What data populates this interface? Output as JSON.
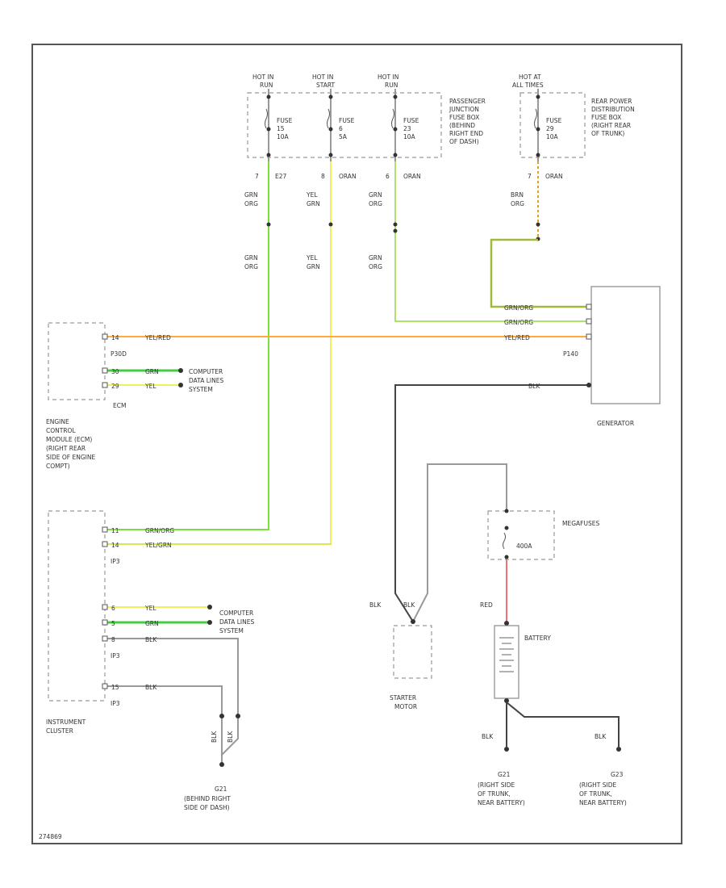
{
  "fuses": {
    "f1": {
      "hot": "HOT IN",
      "hot2": "RUN",
      "fuse_lines": [
        "FUSE",
        "15",
        "10A"
      ],
      "pin": "7",
      "pin_code": "E27"
    },
    "f2": {
      "hot": "HOT IN",
      "hot2": "START",
      "fuse_lines": [
        "FUSE",
        "6",
        "5A"
      ],
      "pin": "8",
      "pin_code": "ORAN"
    },
    "f3": {
      "hot": "HOT IN",
      "hot2": "RUN",
      "fuse_lines": [
        "FUSE",
        "23",
        "10A"
      ],
      "pin": "6",
      "pin_code": "ORAN"
    },
    "f4": {
      "hot": "HOT AT",
      "hot2": "ALL TIMES",
      "fuse_lines": [
        "FUSE",
        "29",
        "10A"
      ],
      "pin": "7",
      "pin_code": "ORAN"
    }
  },
  "junction_box_label": [
    "PASSENGER",
    "JUNCTION",
    "FUSE BOX",
    "(BEHIND",
    "RIGHT END",
    "OF DASH)"
  ],
  "rear_box_label": [
    "REAR POWER",
    "DISTRIBUTION",
    "FUSE BOX",
    "(RIGHT REAR",
    "OF TRUNK)"
  ],
  "wires_top": {
    "w1": [
      "GRN",
      "ORG"
    ],
    "w2": [
      "YEL",
      "GRN"
    ],
    "w3": [
      "GRN",
      "ORG"
    ],
    "w4": [
      "BRN",
      "ORG"
    ]
  },
  "ecm": {
    "pin_top": "14",
    "wire_top": "YEL/RED",
    "connector": "P30D",
    "pin_a": "30",
    "wire_a": "GRN",
    "pin_b": "29",
    "wire_b": "YEL",
    "module_code": "ECM",
    "label": [
      "ENGINE",
      "CONTROL",
      "MODULE (ECM)",
      "(RIGHT REAR",
      "SIDE OF ENGINE",
      "COMPT)"
    ]
  },
  "data_lines_1": [
    "COMPUTER",
    "DATA LINES",
    "SYSTEM"
  ],
  "generator": {
    "wire_1": "GRN/ORG",
    "wire_2": "GRN/ORG",
    "wire_3": "YEL/RED",
    "connector": "P140",
    "wire_blk": "BLK",
    "label": "GENERATOR"
  },
  "cluster": {
    "pin_1": "11",
    "wire_1": "GRN/ORG",
    "pin_2": "14",
    "wire_2": "YEL/GRN",
    "connector": "IP3",
    "pin_3": "6",
    "wire_3": "YEL",
    "pin_4": "5",
    "wire_4": "GRN",
    "pin_5": "8",
    "wire_5": "BLK",
    "connector_2": "IP3",
    "pin_6": "15",
    "wire_6": "BLK",
    "connector_3": "IP3",
    "label": [
      "INSTRUMENT",
      "CLUSTER"
    ]
  },
  "data_lines_2": [
    "COMPUTER",
    "DATA LINES",
    "SYSTEM"
  ],
  "ground_g21": {
    "wire_a": "BLK",
    "wire_b": "BLK",
    "code": "G21",
    "label": [
      "(BEHIND RIGHT",
      "SIDE OF DASH)"
    ]
  },
  "mega_fuses": {
    "label": "MEGAFUSES",
    "rating": "400A"
  },
  "starter": {
    "wire_a": "BLK",
    "wire_b": "BLK",
    "label": [
      "STARTER",
      "MOTOR"
    ]
  },
  "battery": {
    "wire_red": "RED",
    "label": "BATTERY"
  },
  "grounds": {
    "g1": {
      "wire": "BLK",
      "code": "G21",
      "label": [
        "(RIGHT SIDE",
        "OF TRUNK,",
        "NEAR BATTERY)"
      ]
    },
    "g2": {
      "wire": "BLK",
      "code": "G23",
      "label": [
        "(RIGHT SIDE",
        "OF TRUNK,",
        "NEAR BATTERY)"
      ]
    }
  },
  "footer_code": "274869"
}
